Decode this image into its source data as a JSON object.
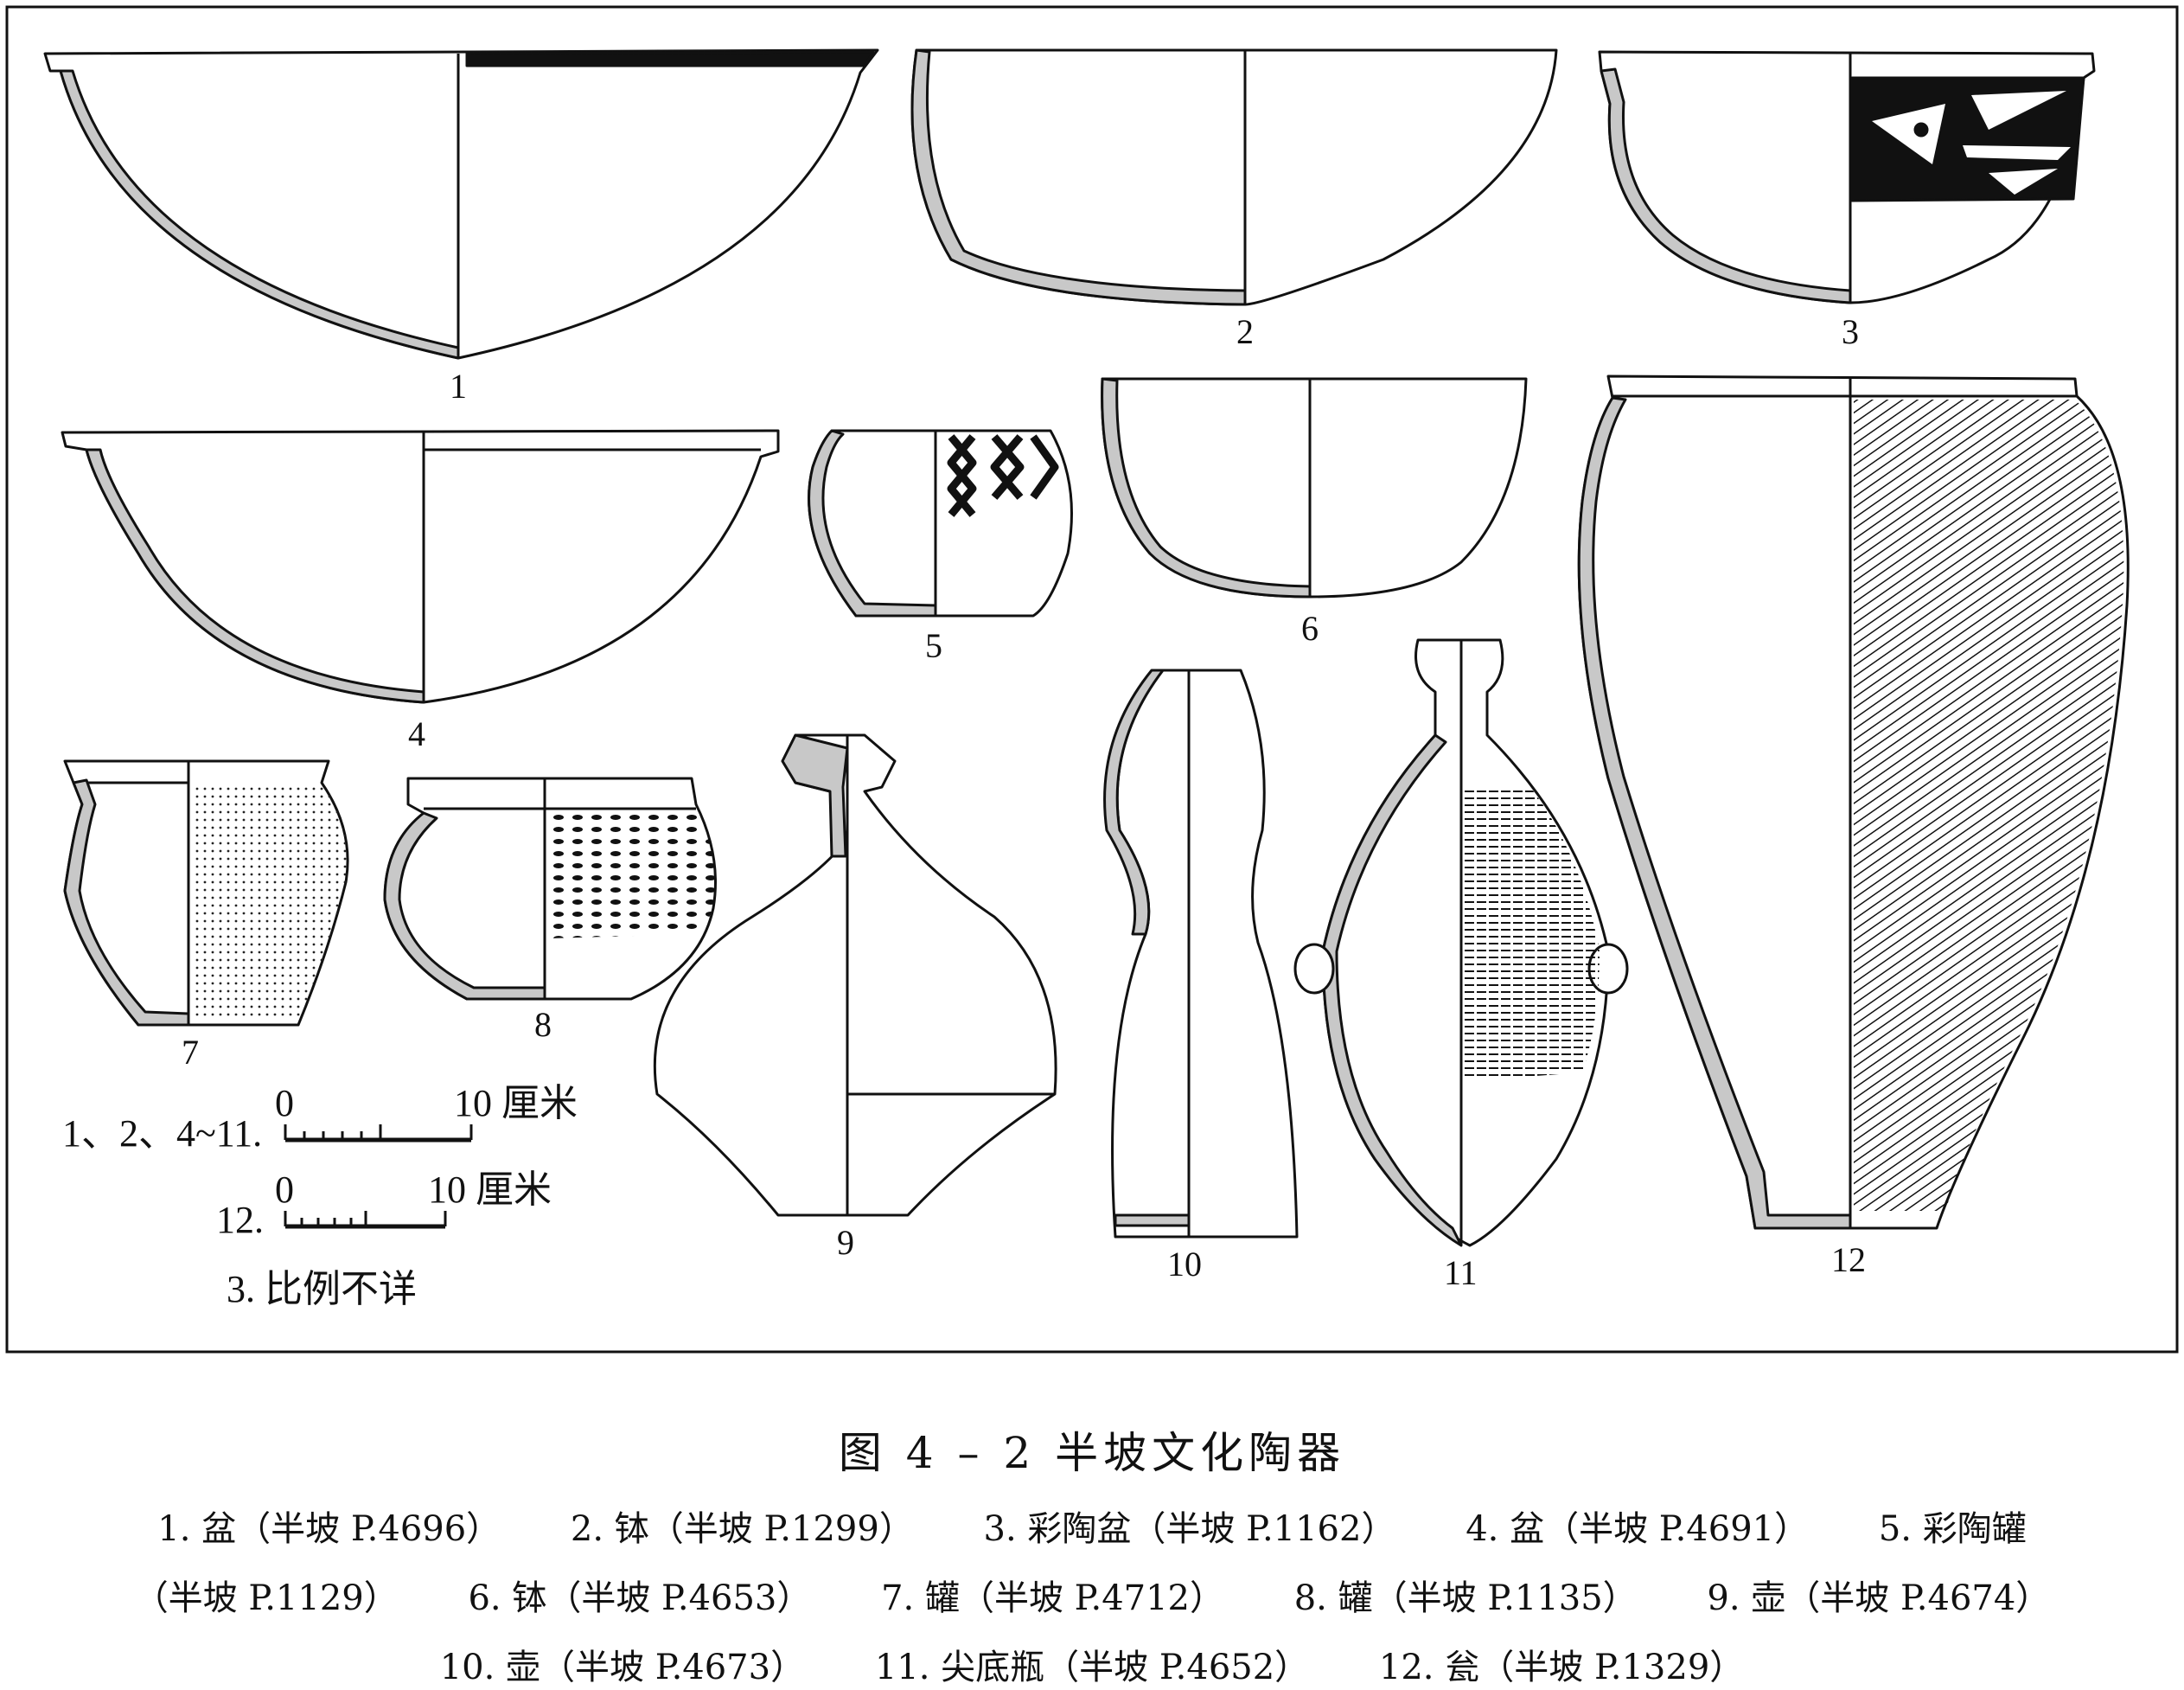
{
  "figure": {
    "labels": [
      "1",
      "2",
      "3",
      "4",
      "5",
      "6",
      "7",
      "8",
      "9",
      "10",
      "11",
      "12"
    ],
    "scale_bars": [
      {
        "group": "1、2、4~11.",
        "start": "0",
        "end": "10 厘米"
      },
      {
        "group": "12.",
        "start": "0",
        "end": "10 厘米"
      }
    ],
    "scale_note": "3. 比例不详"
  },
  "caption": {
    "title": "图 4 – 2   半坡文化陶器",
    "lines": [
      [
        "1. 盆（半坡 P.4696）",
        "2. 钵（半坡 P.1299）",
        "3. 彩陶盆（半坡 P.1162）",
        "4. 盆（半坡 P.4691）",
        "5. 彩陶罐"
      ],
      [
        "（半坡 P.1129）",
        "6. 钵（半坡 P.4653）",
        "7. 罐（半坡 P.4712）",
        "8. 罐（半坡 P.1135）",
        "9. 壶（半坡 P.4674）"
      ],
      [
        "10. 壶（半坡 P.4673）",
        "11. 尖底瓶（半坡 P.4652）",
        "12. 瓮（半坡 P.1329）"
      ]
    ]
  }
}
